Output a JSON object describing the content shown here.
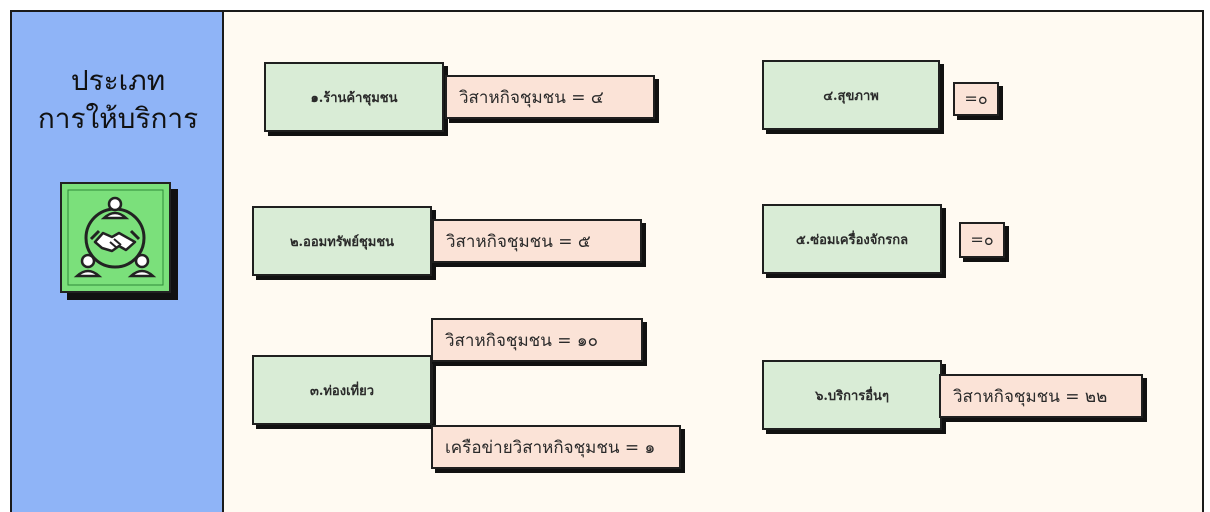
{
  "sidebar": {
    "title_line1": "ประเภท",
    "title_line2": "การให้บริการ",
    "icon": "handshake-community-icon"
  },
  "categories": [
    {
      "label": "๑.ร้านค้าชุมชน",
      "values": [
        "วิสาหกิจชุมชน = ๔"
      ]
    },
    {
      "label": "๒.ออมทรัพย์ชุมชน",
      "values": [
        "วิสาหกิจชุมชน = ๕"
      ]
    },
    {
      "label": "๓.ท่องเที่ยว",
      "values": [
        "วิสาหกิจชุมชน = ๑๐",
        "เครือข่ายวิสาหกิจชุมชน = ๑"
      ]
    },
    {
      "label": "๔.สุขภาพ",
      "values": [
        "=๐"
      ]
    },
    {
      "label": "๕.ซ่อมเครื่องจักรกล",
      "values": [
        "=๐"
      ]
    },
    {
      "label": "๖.บริการอื่นๆ",
      "values": [
        "วิสาหกิจชุมชน = ๒๒"
      ]
    }
  ],
  "colors": {
    "sidebar": "#8fb4f7",
    "icon_tile": "#7be07b",
    "category_box": "#d9ecd6",
    "value_box": "#fbe3d7",
    "canvas": "#fffaf2"
  }
}
